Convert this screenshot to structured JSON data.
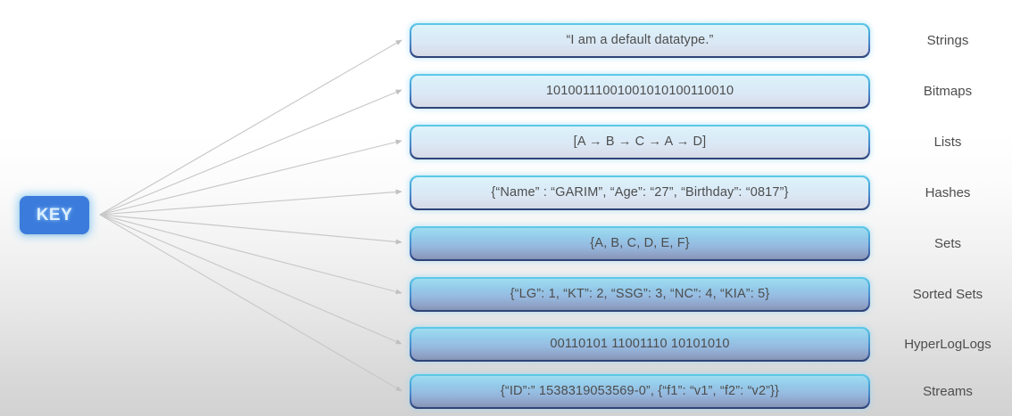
{
  "diagram": {
    "key_node": {
      "label": "KEY",
      "color": "#3a7bdc",
      "text_color": "#dcefff"
    },
    "box_border_top_color": "#5ecbe8",
    "box_border_bottom_color": "#2b3f72",
    "arrow_color": "#c4c4c4",
    "text_color": "#4d4d4d",
    "rows": [
      {
        "value": "“I am a default datatype.”",
        "type": "Strings"
      },
      {
        "value": "10100111001001010100110010",
        "type": "Bitmaps"
      },
      {
        "value": "[A → B → C → A → D]",
        "type": "Lists"
      },
      {
        "value": "{“Name” : “GARIM”, “Age”: “27”, “Birthday”: “0817”}",
        "type": "Hashes"
      },
      {
        "value": "{A, B, C, D, E, F}",
        "type": "Sets"
      },
      {
        "value": "{“LG”: 1, “KT”: 2, “SSG”: 3, “NC”: 4, “KIA”: 5}",
        "type": "Sorted Sets"
      },
      {
        "value": "00110101 11001110 10101010",
        "type": "HyperLogLogs"
      },
      {
        "value": "{“ID”:” 1538319053569-0”, {“f1”: “v1”, “f2”: “v2”}}",
        "type": "Streams"
      }
    ]
  }
}
